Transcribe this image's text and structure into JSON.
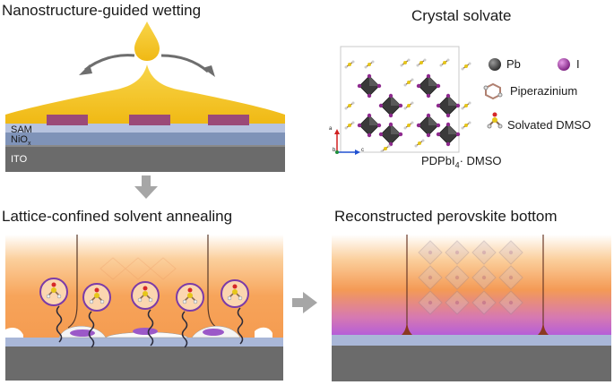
{
  "panels": {
    "top_left": {
      "title": "Nanostructure-guided wetting",
      "layers": {
        "sam": "SAM",
        "nio_main": "NiO",
        "nio_sub": "x",
        "ito": "ITO"
      }
    },
    "top_right": {
      "title": "Crystal solvate",
      "legend": {
        "pb": "Pb",
        "iodine": "I",
        "piperazinium": "Piperazinium",
        "dmso": "Solvated DMSO"
      },
      "formula": {
        "main": "PDPbI",
        "sub": "4",
        "rest": "· DMSO"
      },
      "axes": {
        "a": "a",
        "b": "b",
        "c": "c"
      }
    },
    "bottom_left": {
      "title": "Lattice-confined solvent annealing"
    },
    "bottom_right": {
      "title": "Reconstructed perovskite bottom"
    }
  },
  "colors": {
    "droplet": "#f2c21b",
    "pad": "#9b4a78",
    "sam": "#a9b7d8",
    "nio": "#7f93b8",
    "ito": "#6b6b6b",
    "perovskite_orange": "#f7a15a",
    "purple": "#b565d8",
    "arrow_gray": "#a6a6a6"
  }
}
